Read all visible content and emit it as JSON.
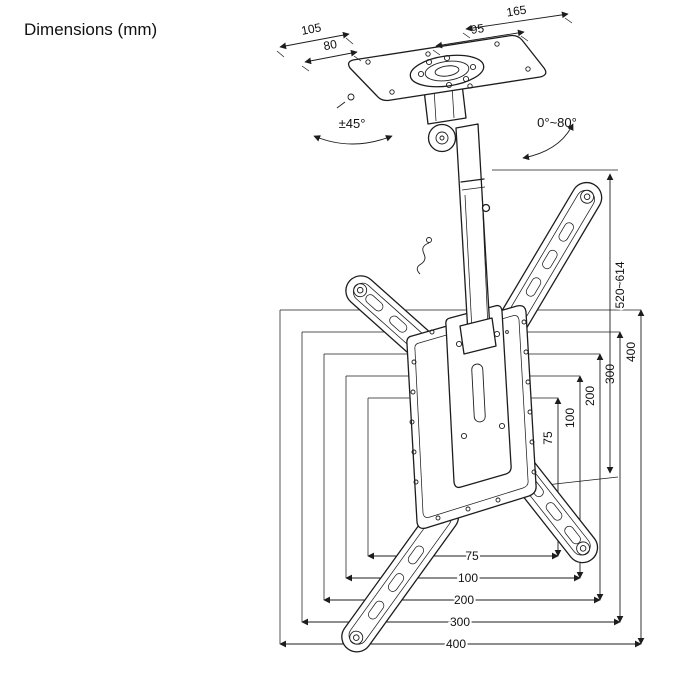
{
  "title": "Dimensions (mm)",
  "colors": {
    "ink": "#1d1d1f",
    "background": "#ffffff"
  },
  "ceiling_plate": {
    "dim_left_outer": "105",
    "dim_left_inner": "80",
    "dim_right_inner": "95",
    "dim_right_outer": "165"
  },
  "rotation": {
    "tilt": "±45°",
    "swivel": "0°~80°"
  },
  "drop_range": "520~614",
  "vesa": {
    "vertical": [
      "75",
      "100",
      "200",
      "300",
      "400"
    ],
    "horizontal": [
      "75",
      "100",
      "200",
      "300",
      "400"
    ]
  }
}
